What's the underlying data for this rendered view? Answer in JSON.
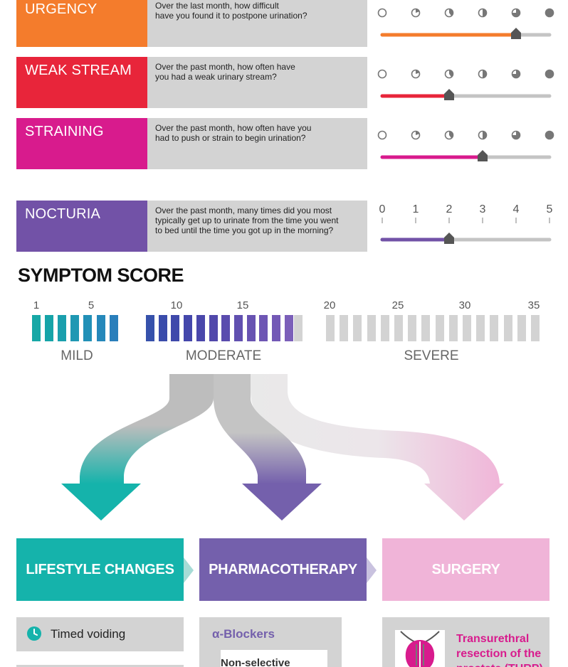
{
  "questions": [
    {
      "label": "URGENCY",
      "text_line1": "Over the last month, how difficult",
      "text_line2": "have you found it to postpone urination?",
      "text_line3": "",
      "color": "#f47c2c",
      "value": 4,
      "scale_type": "icons"
    },
    {
      "label": "WEAK STREAM",
      "text_line1": "Over the past month, how often have",
      "text_line2": "you had a weak urinary stream?",
      "text_line3": "",
      "color": "#e8253a",
      "value": 2,
      "scale_type": "icons"
    },
    {
      "label": "STRAINING",
      "text_line1": "Over the past month, how often have you",
      "text_line2": "had to push or strain to begin urination?",
      "text_line3": "",
      "color": "#d81b8d",
      "value": 3,
      "scale_type": "icons"
    },
    {
      "label": "NOCTURIA",
      "text_line1": "Over the past month, many times did you most",
      "text_line2": "typically get up to urinate from the time you went",
      "text_line3": "to bed until the time you got up in the morning?",
      "color": "#7252a7",
      "value": 2,
      "scale_type": "numbers"
    }
  ],
  "nocturia_scale": [
    "0",
    "1",
    "2",
    "3",
    "4",
    "5"
  ],
  "symptom_score": {
    "title": "SYMPTOM SCORE",
    "numbers": [
      "1",
      "5",
      "10",
      "15",
      "20",
      "25",
      "30",
      "35"
    ],
    "bands": [
      "MILD",
      "MODERATE",
      "SEVERE"
    ],
    "mild_color": "#1aa5a8",
    "moderate_color": "#5b56ad",
    "severe_color": "#d3d3d3"
  },
  "treatments": [
    {
      "label": "LIFESTYLE CHANGES",
      "color": "#15b3ab"
    },
    {
      "label": "PHARMACOTHERAPY",
      "color": "#7460ac"
    },
    {
      "label": "SURGERY",
      "color": "#f0b4d8"
    }
  ],
  "lifestyle": {
    "item1": "Timed voiding"
  },
  "pharma": {
    "heading": "α-Blockers",
    "item1": "Non-selective"
  },
  "surgery": {
    "text_line1": "Transurethral",
    "text_line2": "resection of the",
    "text_line3": "prostate (TURP)"
  }
}
